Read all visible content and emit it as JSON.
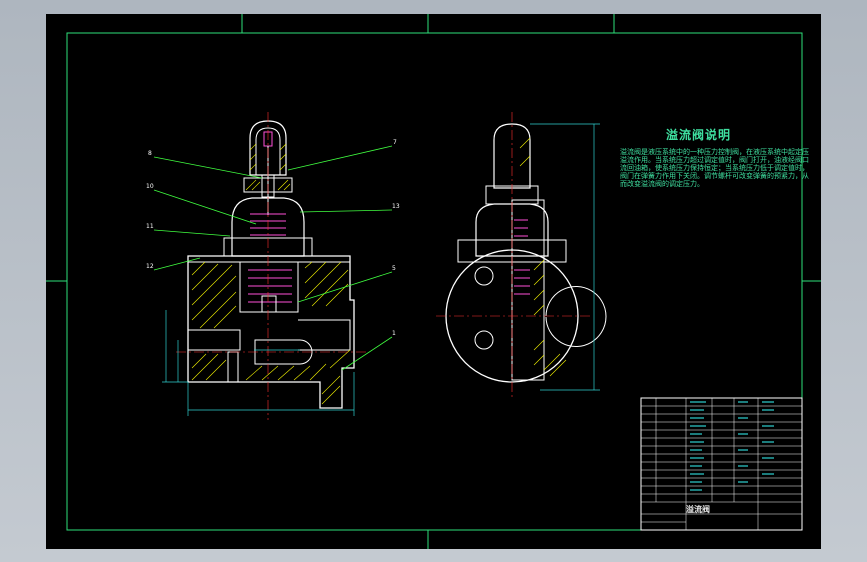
{
  "drawing": {
    "note_title": "溢流阀说明",
    "note_body": "溢流阀是液压系统中的一种压力控制阀，在液压系统中起定压溢流作用。当系统压力超过调定值时，阀门打开，油液经阀口流回油箱，使系统压力保持恒定；当系统压力低于调定值时，阀门在弹簧力作用下关闭。调节螺杆可改变弹簧的预紧力，从而改变溢流阀的调定压力。",
    "title_block": {
      "drawing_name": "溢流阀"
    },
    "balloons": [
      "8",
      "7",
      "10",
      "13",
      "11",
      "12",
      "5",
      "1"
    ],
    "colors": {
      "sheet": "#000000",
      "frame": "#2ee07a",
      "geometry": "#ffffff",
      "spring": "#ff4fd8",
      "leader": "#40ff40",
      "hatch": "#f0f000",
      "dimension": "#2fd0d0"
    }
  }
}
